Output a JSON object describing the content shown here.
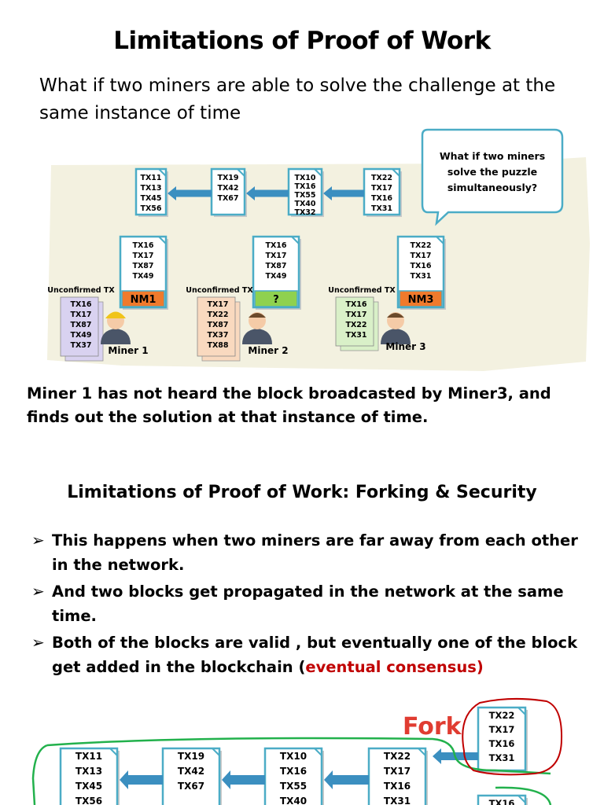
{
  "slide1": {
    "title": "Limitations of Proof of Work",
    "subtitle": "What if two miners are able to solve the challenge at the same instance of time",
    "diagram": {
      "chain": [
        [
          "TX11",
          "TX13",
          "TX45",
          "TX56"
        ],
        [
          "TX19",
          "TX42",
          "TX67"
        ],
        [
          "TX10",
          "TX16",
          "TX55",
          "TX40",
          "TX32"
        ],
        [
          "TX22",
          "TX17",
          "TX16",
          "TX31"
        ]
      ],
      "callout": [
        "What if two miners",
        "solve the puzzle",
        "simultaneously?"
      ],
      "miner_blocks": [
        {
          "txs": [
            "TX16",
            "TX17",
            "TX87",
            "TX49"
          ],
          "label": "NM1",
          "color": "#f07a2c"
        },
        {
          "txs": [
            "TX16",
            "TX17",
            "TX87",
            "TX49"
          ],
          "label": "?",
          "color": "#8fd14f"
        },
        {
          "txs": [
            "TX22",
            "TX17",
            "TX16",
            "TX31"
          ],
          "label": "NM3",
          "color": "#f07a2c"
        }
      ],
      "unconfirmed_label": "Unconfirmed TX",
      "unconfirmed": [
        {
          "txs": [
            "TX16",
            "TX17",
            "TX87",
            "TX49",
            "TX37"
          ],
          "color": "#d9d2f0"
        },
        {
          "txs": [
            "TX17",
            "TX22",
            "TX87",
            "TX37",
            "TX88"
          ],
          "color": "#f9d9bf"
        },
        {
          "txs": [
            "TX16",
            "TX17",
            "TX22",
            "TX31"
          ],
          "color": "#d9f0c8"
        }
      ],
      "miners": [
        "Miner 1",
        "Miner 2",
        "Miner 3"
      ]
    },
    "paragraph": "Miner 1 has not heard the block broadcasted by Miner3, and finds out the solution at that instance of time."
  },
  "slide2": {
    "title": "Limitations of Proof of Work: Forking & Security",
    "bullets": [
      {
        "text": "This happens when two miners are far away from each other in the network.",
        "highlight": ""
      },
      {
        "text": "And two blocks get propagated in the network at the same time.",
        "highlight": ""
      },
      {
        "text": "Both of the blocks are valid , but eventually one of the block get added in the blockchain (",
        "highlight": "eventual consensus)"
      }
    ],
    "diagram": {
      "fork_label": "Fork",
      "chain": [
        [
          "TX11",
          "TX13",
          "TX45",
          "TX56"
        ],
        [
          "TX19",
          "TX42",
          "TX67"
        ],
        [
          "TX10",
          "TX16",
          "TX55",
          "TX40"
        ],
        [
          "TX22",
          "TX17",
          "TX16",
          "TX31"
        ]
      ],
      "fork_block": [
        "TX22",
        "TX17",
        "TX16",
        "TX31"
      ],
      "fork_block_2": [
        "TX16"
      ]
    }
  },
  "colors": {
    "block_border": "#4bacc6",
    "arrow": "#3b8fc0",
    "fork_red": "#e03c31",
    "green_loop": "#22b14c",
    "accent_red": "#c00000"
  }
}
